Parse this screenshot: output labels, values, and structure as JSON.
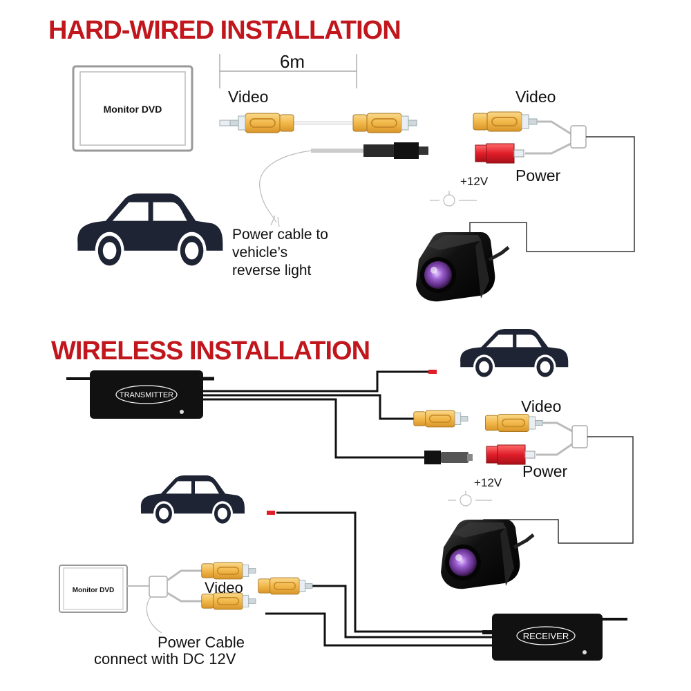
{
  "sections": {
    "hardwired": {
      "title": "HARD-WIRED INSTALLATION",
      "monitor_label": "Monitor DVD",
      "distance_label": "6m",
      "video_left_label": "Video",
      "video_right_label": "Video",
      "power_label": "Power",
      "voltage_label": "+12V",
      "reverse_note": [
        "Power cable to",
        "vehicle’s",
        "reverse light"
      ]
    },
    "wireless": {
      "title": "WIRELESS INSTALLATION",
      "transmitter_label": "TRANSMITTER",
      "receiver_label": "RECEIVER",
      "video_top_label": "Video",
      "power_label": "Power",
      "voltage_label": "+12V",
      "monitor_label": "Monitor DVD",
      "video_bottom_label": "Video",
      "power_cable_note": [
        "Power Cable",
        "connect with DC 12V"
      ]
    }
  },
  "colors": {
    "heading": "#c0161c",
    "rca_yellow": "#f2b84a",
    "power_red": "#e01e2a",
    "device_black": "#111111",
    "lens_purple": "#8a4fb0",
    "car_navy": "#1e2433"
  },
  "icons": [
    "car-icon",
    "camera-icon",
    "monitor-icon",
    "rca-plug-icon",
    "ground-symbol-icon"
  ]
}
